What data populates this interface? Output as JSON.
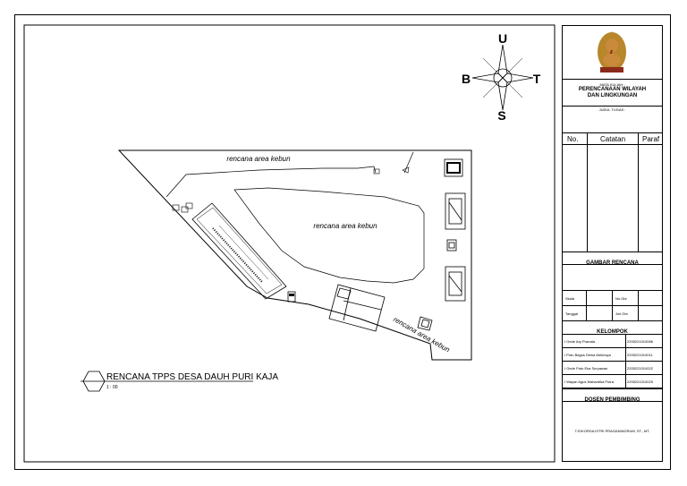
{
  "compass": {
    "north": "U",
    "south": "S",
    "east": "T",
    "west": "B"
  },
  "site": {
    "labels": [
      "rencana area kebun",
      "rencana area kebun",
      "rencana area kebun"
    ]
  },
  "drawing_title": {
    "title": "RENCANA TPPS DESA DAUH PURI KAJA",
    "scale": "1 : 00"
  },
  "title_block": {
    "course_caption": "MATA KULIAH :",
    "course_name_line1": "PERENCANAAN WILAYAH",
    "course_name_line2": "DAN LINGKUNGAN",
    "assignment_caption": "JUDUL TUGAS :",
    "notes_header": {
      "no": "No.",
      "notes": "Catatan",
      "initials": "Paraf"
    },
    "drawing_label": "GAMBAR RENCANA",
    "scale_label": "Skala",
    "sheet_label": "No.Gbr",
    "date_label": "Tanggal",
    "count_label": "Jml.Gbr",
    "group_label": "KELOMPOK",
    "members": [
      {
        "name": "I Gede Ary Pranata",
        "nim": "2205221010086"
      },
      {
        "name": "I Putu Bagus Dewa Abhinaya",
        "nim": "2205221010011"
      },
      {
        "name": "I Gede Putu Eka Suryawan",
        "nim": "2205221010022"
      },
      {
        "name": "I Wayan Agus Mahardika Putra",
        "nim": "2205221010025"
      }
    ],
    "advisor_label": "DOSEN PEMBIMBING",
    "advisor_name": "TJOKORDA ISTRI PRAGANINGRUM, ST., MT."
  },
  "colors": {
    "line": "#000000",
    "logo_gold": "#b8862b",
    "logo_skin": "#c98a3c",
    "logo_red": "#8b2a1a"
  }
}
